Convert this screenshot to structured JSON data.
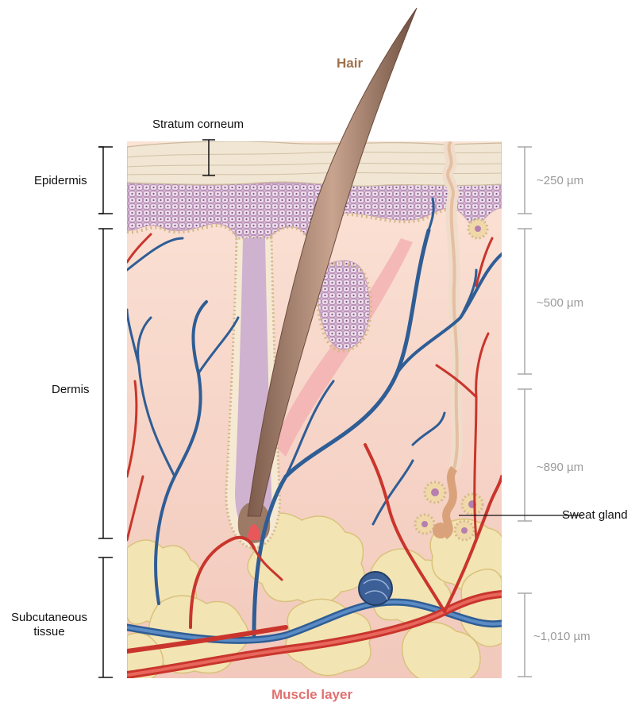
{
  "labels": {
    "hair": "Hair",
    "stratum_corneum": "Stratum corneum",
    "epidermis": "Epidermis",
    "dermis": "Dermis",
    "subcutaneous": "Subcutaneous\ntissue",
    "sweat_gland": "Sweat gland",
    "muscle_layer": "Muscle layer"
  },
  "thickness": {
    "epidermis": "~250 µm",
    "upper_dermis": "~500 µm",
    "lower_dermis": "~890 µm",
    "subcutaneous": "~1,010 µm"
  },
  "colors": {
    "hair_title": "#a0714b",
    "muscle_title": "#e07070",
    "dermis": "#f7d9cc",
    "epidermis_cells": "#d9b8d6",
    "stratum_corneum": "#f1e6d3",
    "fat": "#f3e4b4",
    "vein": "#3a6ea6",
    "artery": "#d9473c",
    "hair_shaft": "#9c7a66"
  }
}
